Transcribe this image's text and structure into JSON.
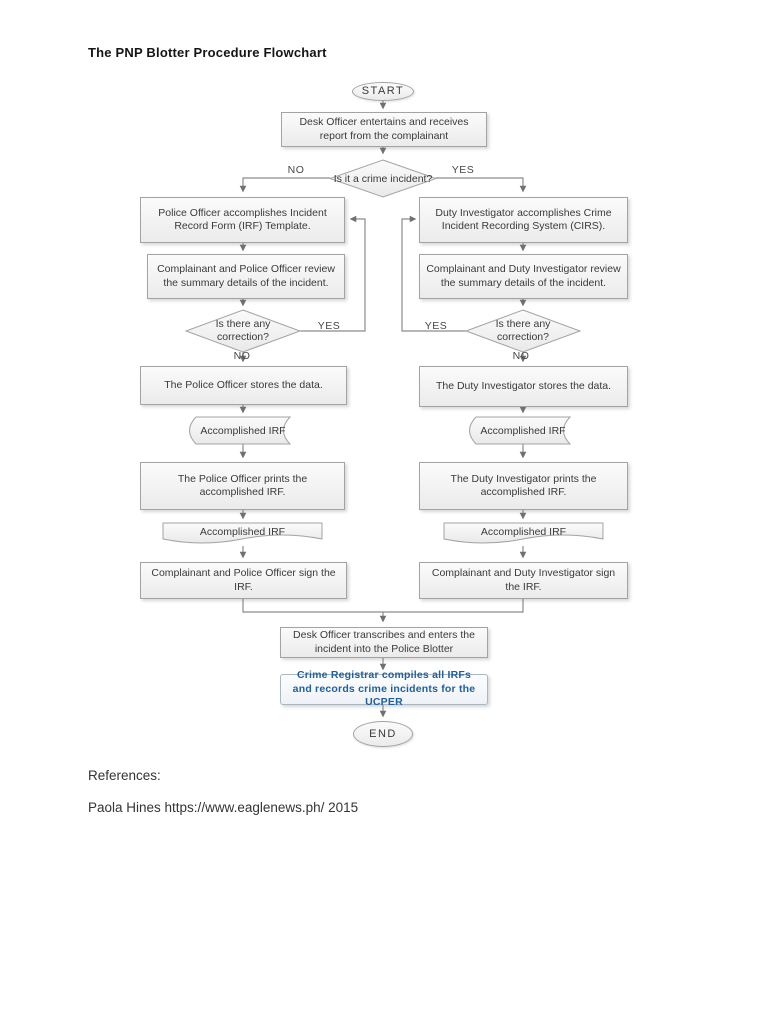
{
  "page": {
    "title": "The PNP Blotter Procedure Flowchart",
    "references_heading": "References:",
    "references_citation": "Paola Hines https://www.eaglenews.ph/ 2015"
  },
  "flow": {
    "start": "START",
    "end": "END",
    "desk_intake": "Desk Officer entertains and receives report from the complainant",
    "crime_decision": "Is it a crime incident?",
    "correction_decision": "Is there any correction?",
    "branch_no": "NO",
    "branch_yes": "YES",
    "left": {
      "accomplish": "Police Officer accomplishes Incident Record Form (IRF) Template.",
      "review": "Complainant and Police Officer review the summary details of the incident.",
      "store": "The Police Officer stores the data.",
      "stored_irf": "Accomplished IRF",
      "print": "The Police Officer prints the accomplished IRF.",
      "printed_irf": "Accomplished IRF",
      "sign": "Complainant and Police Officer sign the IRF."
    },
    "right": {
      "accomplish": "Duty Investigator accomplishes Crime Incident Recording System (CIRS).",
      "review": "Complainant and Duty Investigator review the summary details of the incident.",
      "store": "The Duty Investigator stores the data.",
      "stored_irf": "Accomplished IRF",
      "print": "The Duty Investigator prints the accomplished IRF.",
      "printed_irf": "Accomplished IRF",
      "sign": "Complainant and Duty Investigator sign the IRF."
    },
    "transcribe": "Desk Officer transcribes and enters the incident into the Police Blotter",
    "registrar": "Crime Registrar compiles all IRFs and records crime incidents for the UCPER"
  },
  "colors": {
    "registrar_text": "#1e5f9e",
    "connector_line": "#8c8c8c",
    "node_border": "#a3a3a3",
    "node_fill": "#f2f2f2"
  }
}
